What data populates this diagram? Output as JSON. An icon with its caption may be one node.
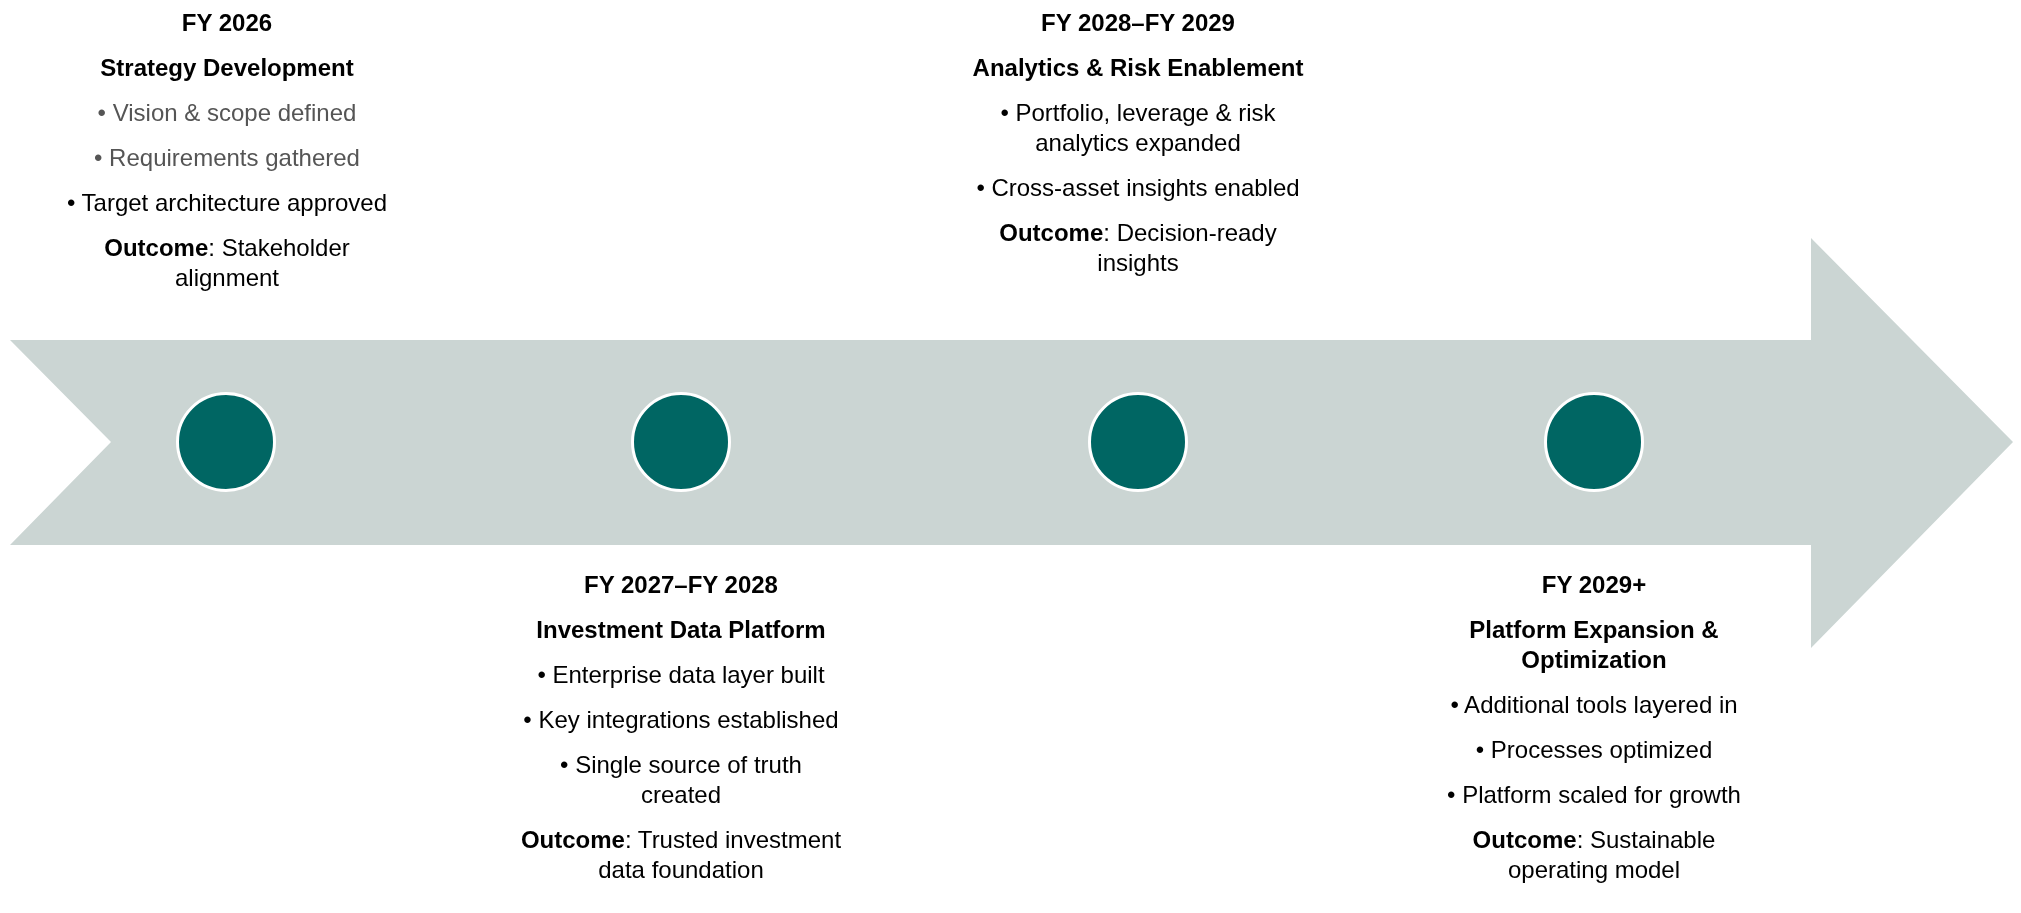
{
  "diagram": {
    "nodes": [
      {
        "text": [],
        "shape": "arrow"
      },
      {
        "text": [],
        "shape": "circle",
        "in": 0,
        "beside": [
          "FY 2026",
          "Strategy Development",
          "• Vision & scope defined",
          "• Requirements gathered",
          "• Target architecture approved",
          "**Outcome**: Stakeholder alignment"
        ]
      },
      {
        "text": [],
        "shape": "circle",
        "in": 0,
        "beside": [
          "FY 2027–FY 2028",
          "Investment Data Platform",
          "• Enterprise data layer built",
          "• Key integrations established",
          "• Single source of truth created",
          "**Outcome**: Trusted investment data foundation"
        ]
      },
      {
        "text": [],
        "shape": "circle",
        "in": 0,
        "beside": [
          "FY 2028–FY 2029",
          "Analytics & Risk Enablement",
          "• Portfolio, leverage & risk analytics expanded",
          "• Cross-asset insights enabled",
          "**Outcome**: Decision-ready insights"
        ]
      },
      {
        "text": [],
        "shape": "circle",
        "in": 0,
        "beside": [
          "FY 2029+",
          "Platform Expansion & Optimization",
          "• Additional tools layered in",
          "• Processes optimized",
          "• Platform scaled for growth",
          "**Outcome**: Sustainable operating model"
        ]
      }
    ]
  }
}
